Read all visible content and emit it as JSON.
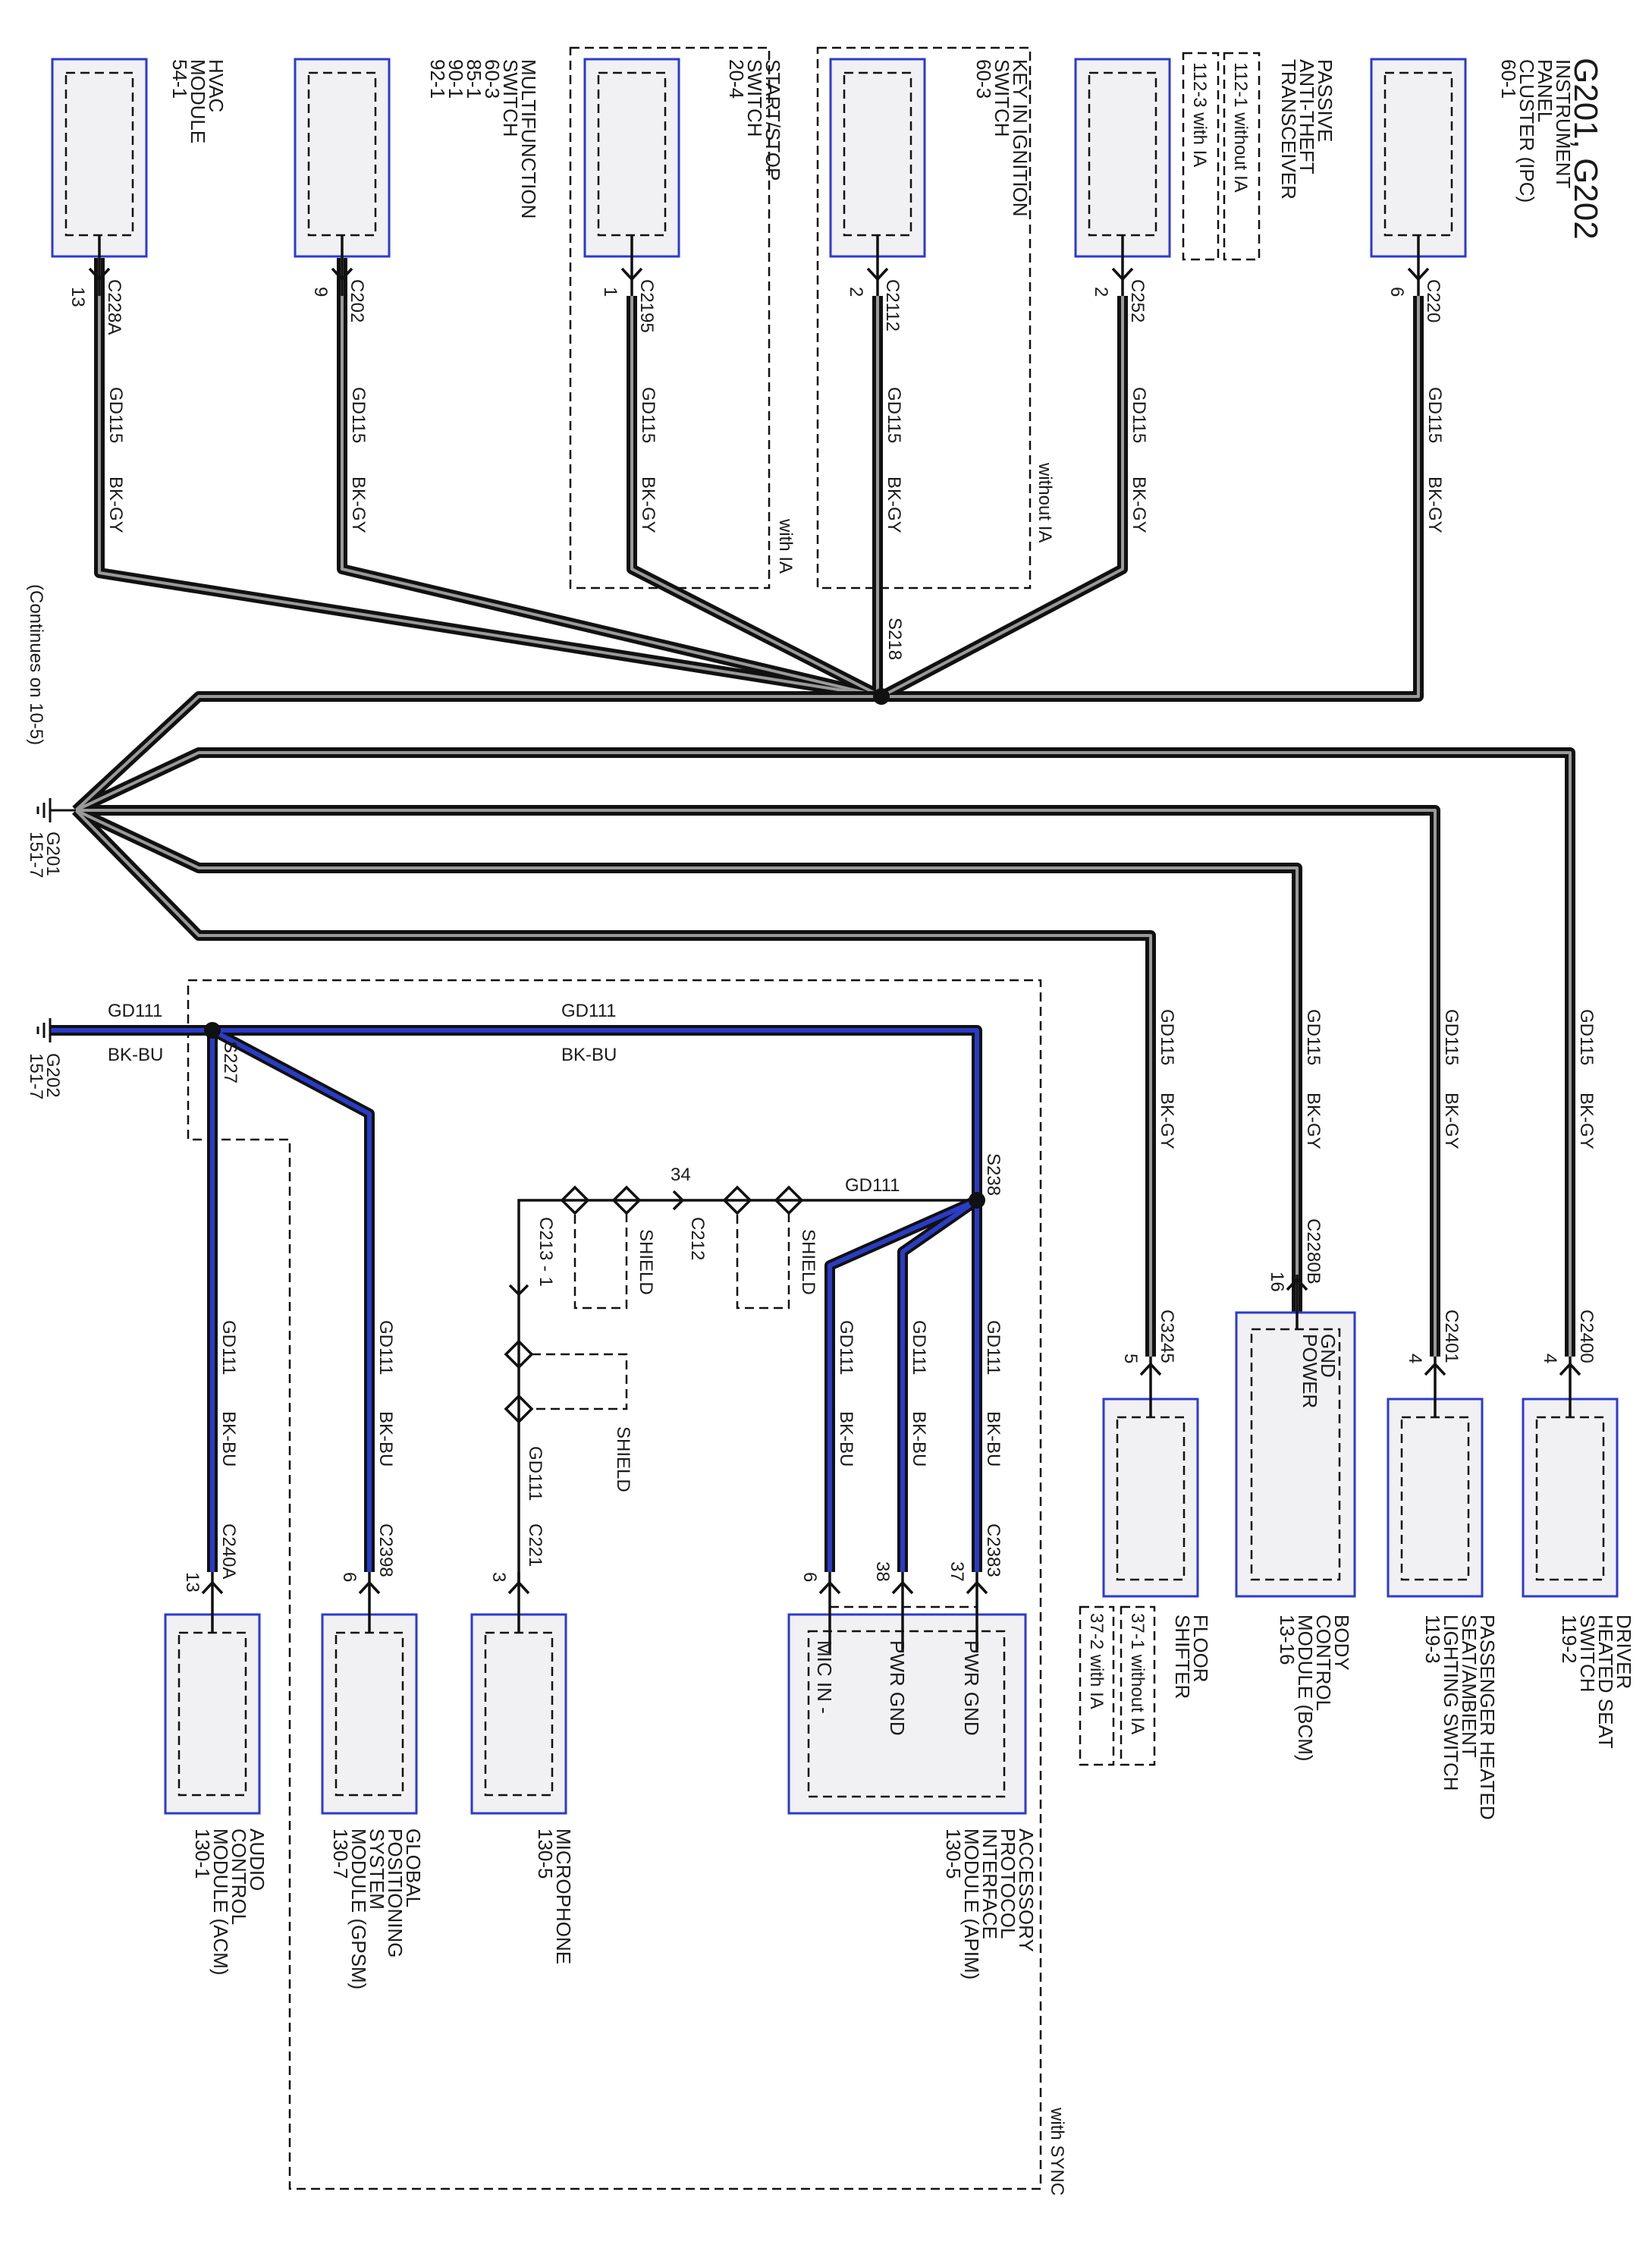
{
  "title": "G201, G202",
  "components": {
    "ipc": [
      "INSTRUMENT",
      "PANEL",
      "CLUSTER (IPC)",
      "60-1"
    ],
    "pats": [
      "PASSIVE",
      "ANTI-THEFT",
      "TRANSCEIVER"
    ],
    "pats_ref1": "112-1  without IA",
    "pats_ref2": "112-3  with IA",
    "key": [
      "KEY IN IGNITION",
      "SWITCH",
      "60-3"
    ],
    "start": [
      "START/STOP",
      "SWITCH",
      "20-4"
    ],
    "multi": [
      "MULTIFUNCTION",
      "SWITCH",
      "60-3",
      "85-1",
      "90-1",
      "92-1"
    ],
    "hvac": [
      "HVAC",
      "MODULE",
      "54-1"
    ],
    "driver_seat": [
      "DRIVER",
      "HEATED SEAT",
      "SWITCH",
      "119-2"
    ],
    "pass_seat": [
      "PASSENGER HEATED",
      "SEAT/AMBIENT",
      "LIGHTING SWITCH",
      "119-3"
    ],
    "bcm": [
      "BODY",
      "CONTROL",
      "MODULE (BCM)",
      "13-16"
    ],
    "bcm_pins": [
      "GND",
      "POWER"
    ],
    "shifter": [
      "FLOOR",
      "SHIFTER"
    ],
    "shifter_ref1": "37-1  without IA",
    "shifter_ref2": "37-2  with IA",
    "apim": [
      "ACCESSORY",
      "PROTOCOL",
      "INTERFACE",
      "MODULE (APIM)",
      "130-5"
    ],
    "apim_pins": [
      "PWR GND",
      "PWR GND",
      "MIC IN -"
    ],
    "mic": [
      "MICROPHONE",
      "130-5"
    ],
    "gpsm": [
      "GLOBAL",
      "POSITIONING",
      "SYSTEM",
      "MODULE (GPSM)",
      "130-7"
    ],
    "acm": [
      "AUDIO",
      "CONTROL",
      "MODULE (ACM)",
      "130-1"
    ]
  },
  "connectors": {
    "c220": "C220",
    "c252": "C252",
    "c2112": "C2112",
    "c2195": "C2195",
    "c202": "C202",
    "c228a": "C228A",
    "c2400": "C2400",
    "c2401": "C2401",
    "c2280b": "C2280B",
    "c3245": "C3245",
    "c2383": "C2383",
    "c221": "C221",
    "c2398": "C2398",
    "c240a": "C240A",
    "c212": "C212",
    "c213": "C213 - 1"
  },
  "pins": {
    "ipc": "6",
    "pats": "2",
    "key": "2",
    "start": "1",
    "multi": "9",
    "hvac": "13",
    "driver": "4",
    "pass": "4",
    "bcm": "16",
    "shifter": "5",
    "apim_a": "37",
    "apim_b": "38",
    "apim_c": "6",
    "mic": "3",
    "gpsm": "6",
    "acm": "13",
    "c212": "34"
  },
  "wires": {
    "gd115": "GD115",
    "bkgy": "BK-GY",
    "gd111": "GD111",
    "bkbu": "BK-BU"
  },
  "splices": {
    "s218": "S218",
    "s238": "S238",
    "s227": "S227"
  },
  "grounds": {
    "g201": "G201",
    "g201_ref": "151-7",
    "g202": "G202",
    "g202_ref": "151-7",
    "continues": "(Continues on 10-5)"
  },
  "notes": {
    "with_ia": "with IA",
    "without_ia": "without IA",
    "with_sync": "with SYNC",
    "shield": "SHIELD"
  }
}
